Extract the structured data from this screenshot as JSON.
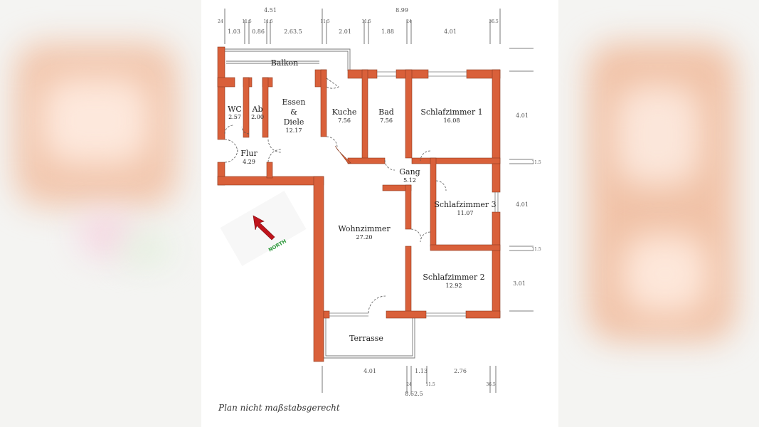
{
  "dimensions": {
    "top_totals": [
      "4.51",
      "8.99"
    ],
    "top_small": [
      "24",
      "11.5",
      "11.5",
      "11.5",
      "11.5",
      "24",
      "36.5"
    ],
    "top_segments": [
      "1.03",
      "0.86",
      "2.63.5",
      "2.01",
      "1.88",
      "4.01"
    ],
    "right": [
      "4.01",
      "11.5",
      "4.01",
      "11.5",
      "3.01"
    ],
    "bottom_segments": [
      "4.01",
      "1.13",
      "2.76"
    ],
    "bottom_small": [
      "24",
      "11.5",
      "36.5"
    ],
    "bottom_total": "8.62.5"
  },
  "rooms": {
    "balkon": "Balkon",
    "wc": {
      "name": "WC",
      "area": "2.57"
    },
    "ab": {
      "name": "Ab",
      "area": "2.00"
    },
    "essen": {
      "name_1": "Essen",
      "name_2": "&",
      "name_3": "Diele",
      "area": "12.17"
    },
    "kuche": {
      "name": "Kuche",
      "area": "7.56"
    },
    "bad": {
      "name": "Bad",
      "area": "7.56"
    },
    "schlaf1": {
      "name": "Schlafzimmer 1",
      "area": "16.08"
    },
    "flur": {
      "name": "Flur",
      "area": "4.29"
    },
    "gang": {
      "name": "Gang",
      "area": "5.12"
    },
    "schlaf3": {
      "name": "Schlafzimmer 3",
      "area": "11.07"
    },
    "wohn": {
      "name": "Wohnzimmer",
      "area": "27.20"
    },
    "schlaf2": {
      "name": "Schlafzimmer 2",
      "area": "12.92"
    },
    "terrasse": "Terrasse"
  },
  "compass": "NORTH",
  "caption": "Plan nicht maßstabsgerecht",
  "colors": {
    "wall": "#d9603a",
    "wall_edge": "#8a3a1e",
    "compass_arrow": "#c0141c",
    "compass_text": "#2e9a3c"
  }
}
